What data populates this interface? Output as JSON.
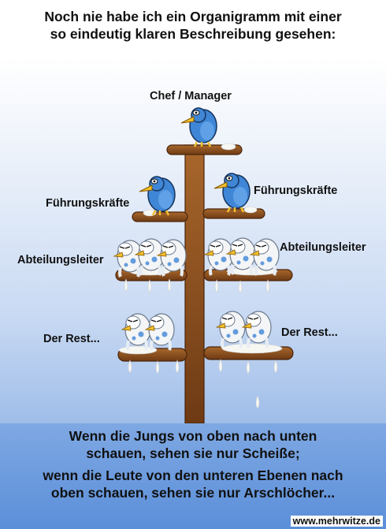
{
  "header": {
    "line1": "Noch nie habe ich ein Organigramm mit einer",
    "line2": "so eindeutig klaren Beschreibung gesehen:"
  },
  "labels": {
    "chef": "Chef / Manager",
    "fuehrung_left": "Führungskräfte",
    "fuehrung_right": "Führungskräfte",
    "abteilung_left": "Abteilungsleiter",
    "abteilung_right": "Abteilungsleiter",
    "rest_left": "Der Rest...",
    "rest_right": "Der Rest..."
  },
  "footer": {
    "line1": "Wenn die Jungs von oben nach unten",
    "line2": "schauen, sehen sie nur Scheiße;",
    "line3": "wenn die Leute von den unteren Ebenen nach",
    "line4": "oben schauen, sehen sie nur Arschlöcher...",
    "site": "www.mehrwitze.de"
  },
  "colors": {
    "bird_blue": "#3f86d6",
    "wood": "#8a4e1f",
    "cartoon_text": "#111111"
  }
}
